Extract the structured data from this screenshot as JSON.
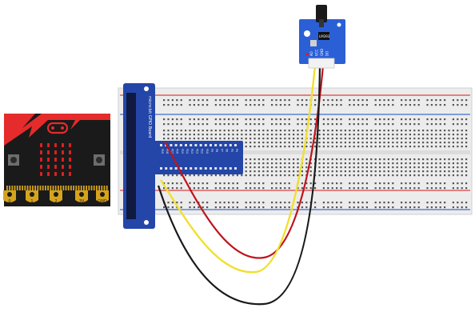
{
  "breakout": {
    "title": "micro:bit GPIO Board",
    "pin_labels": [
      "P19",
      "P18",
      "P17",
      "P16",
      "P15",
      "P14",
      "P13",
      "P12",
      "P11",
      "P10",
      "P9",
      "P8",
      "P7",
      "P6",
      "P5",
      "P4"
    ]
  },
  "microbit": {
    "edge_labels": [
      "0",
      "1",
      "2",
      "3V",
      "GND"
    ]
  },
  "sensor": {
    "chip_label": "LM393",
    "pin_labels": [
      "AO",
      "VCC",
      "GND",
      "DO"
    ]
  },
  "colors": {
    "microbit_black": "#1a1a1a",
    "microbit_red": "#e52b2b",
    "led_red": "#e01e1e",
    "gold": "#d6a31c",
    "breakout_blue": "#2346a8",
    "sensor_blue": "#2b5fd6",
    "wire_red": "#c0141c",
    "wire_yellow": "#f0e030",
    "wire_black": "#1a1a1a",
    "breadboard_bg": "#ececec",
    "rail_red": "#e04040",
    "rail_blue": "#3a6fd0"
  },
  "icons": [
    "microbit-logo-icon",
    "button-a-icon",
    "button-b-icon",
    "flame-sensor-icon"
  ]
}
